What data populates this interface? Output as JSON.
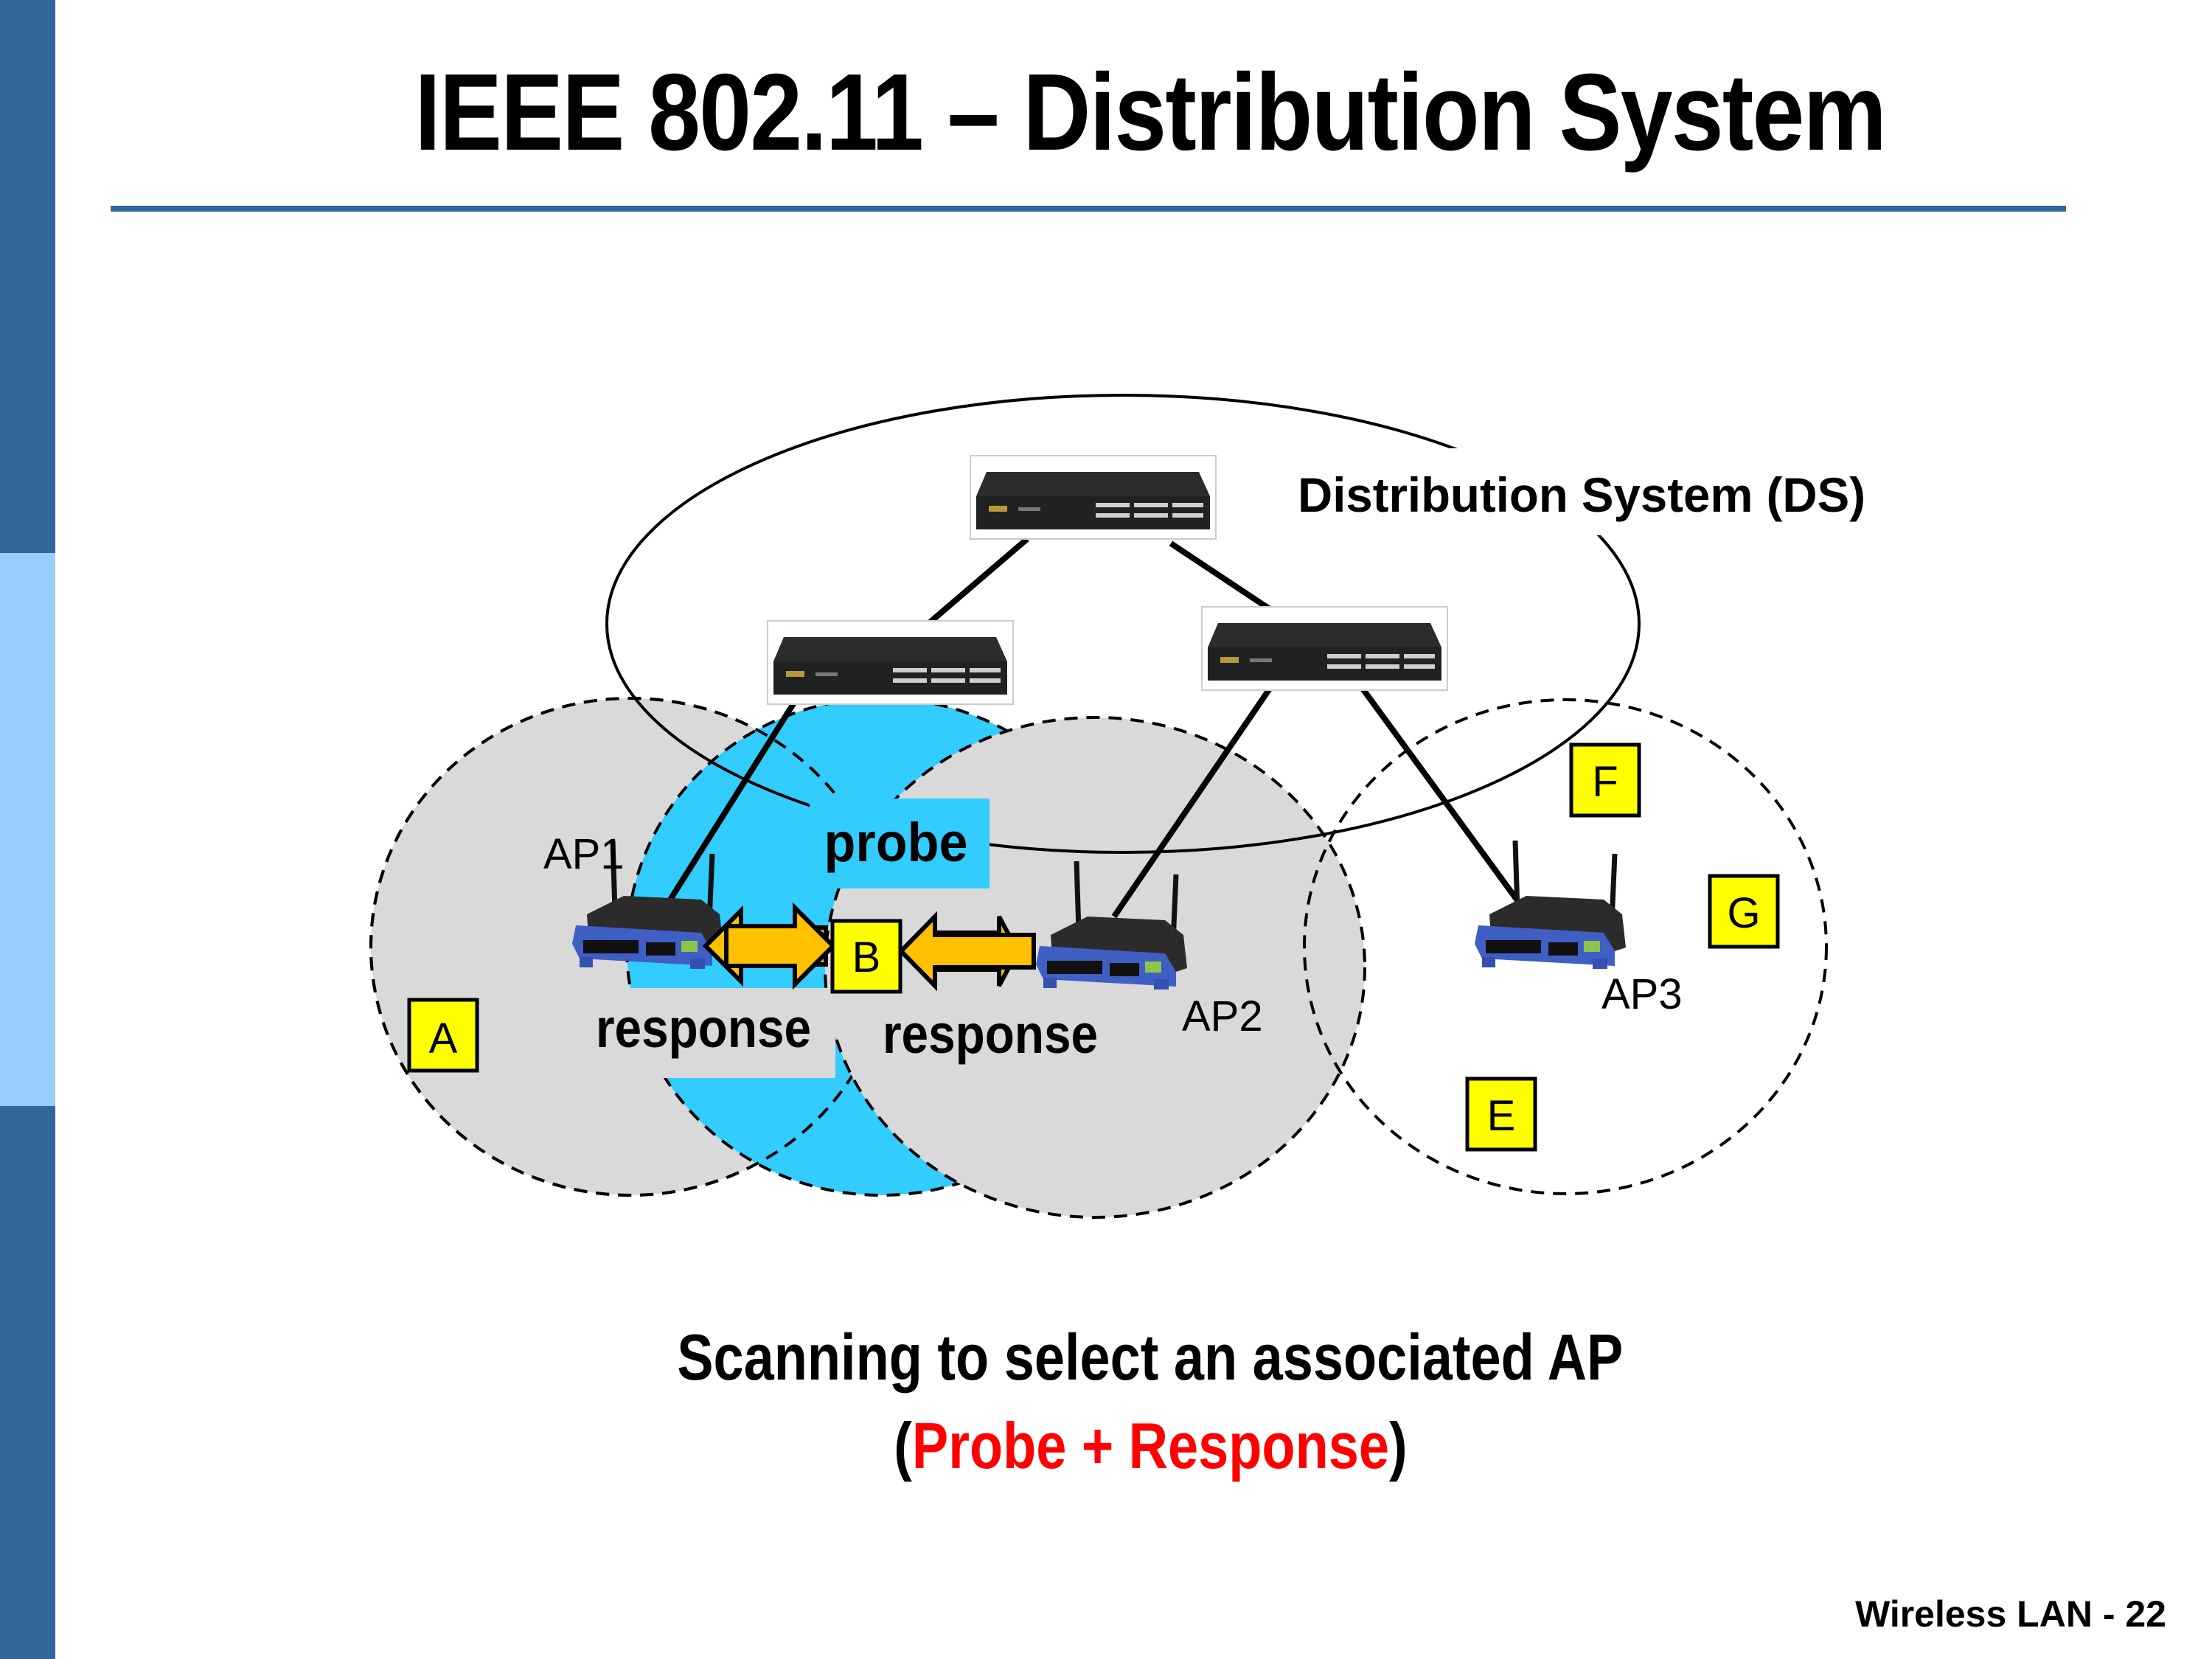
{
  "slide": {
    "title": "IEEE 802.11 – Distribution System",
    "footer": "Wireless LAN - 22",
    "colors": {
      "sidebar_dark": "#336699",
      "sidebar_light": "#99CCFF",
      "rule": "#336699",
      "coverage_grey": "#D9D9D9",
      "probe_blue": "#33CCFF",
      "station_yellow": "#FFFF00",
      "arrow_orange": "#FFC000",
      "highlight_red": "#FF0000"
    }
  },
  "diagram": {
    "ds_label": "Distribution System (DS)",
    "switches": [
      {
        "id": "switch-top",
        "icon": "network-switch-icon"
      },
      {
        "id": "switch-left",
        "icon": "network-switch-icon"
      },
      {
        "id": "switch-right",
        "icon": "network-switch-icon"
      }
    ],
    "access_points": [
      {
        "id": "ap1",
        "label": "AP1",
        "icon": "wireless-router-icon"
      },
      {
        "id": "ap2",
        "label": "AP2",
        "icon": "wireless-router-icon"
      },
      {
        "id": "ap3",
        "label": "AP3",
        "icon": "wireless-router-icon"
      }
    ],
    "stations": [
      "A",
      "B",
      "E",
      "F",
      "G"
    ],
    "messages": {
      "probe": "probe",
      "response_ap1": "response",
      "response_ap2": "response"
    }
  },
  "caption": {
    "line1": "Scanning to select an associated AP",
    "open_paren": "(",
    "highlight": "Probe + Response",
    "close_paren": ")"
  }
}
